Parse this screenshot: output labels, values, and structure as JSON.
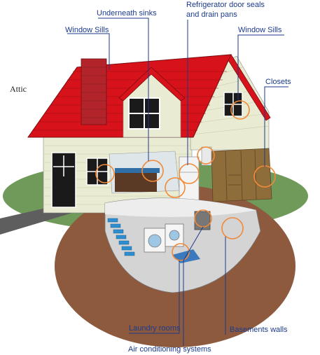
{
  "labels": {
    "attic": "Attic",
    "window_sills_left": "Window Sills",
    "underneath_sinks": "Underneath sinks",
    "refrigerator_line1": "Refrigerator door seals",
    "refrigerator_line2": "and drain pans",
    "window_sills_right": "Window Sills",
    "closets": "Closets",
    "laundry_rooms": "Laundry rooms",
    "basements_walls": "Basements walls",
    "air_conditioning": "Air conditioning systems"
  },
  "colors": {
    "roof": "#d8121b",
    "siding": "#e9ecd2",
    "chimney": "#b3242a",
    "lawn": "#6f9a5a",
    "soil": "#8e5a3e",
    "highlight_ring": "#f08a3a",
    "label_text": "#1b3a8c"
  }
}
